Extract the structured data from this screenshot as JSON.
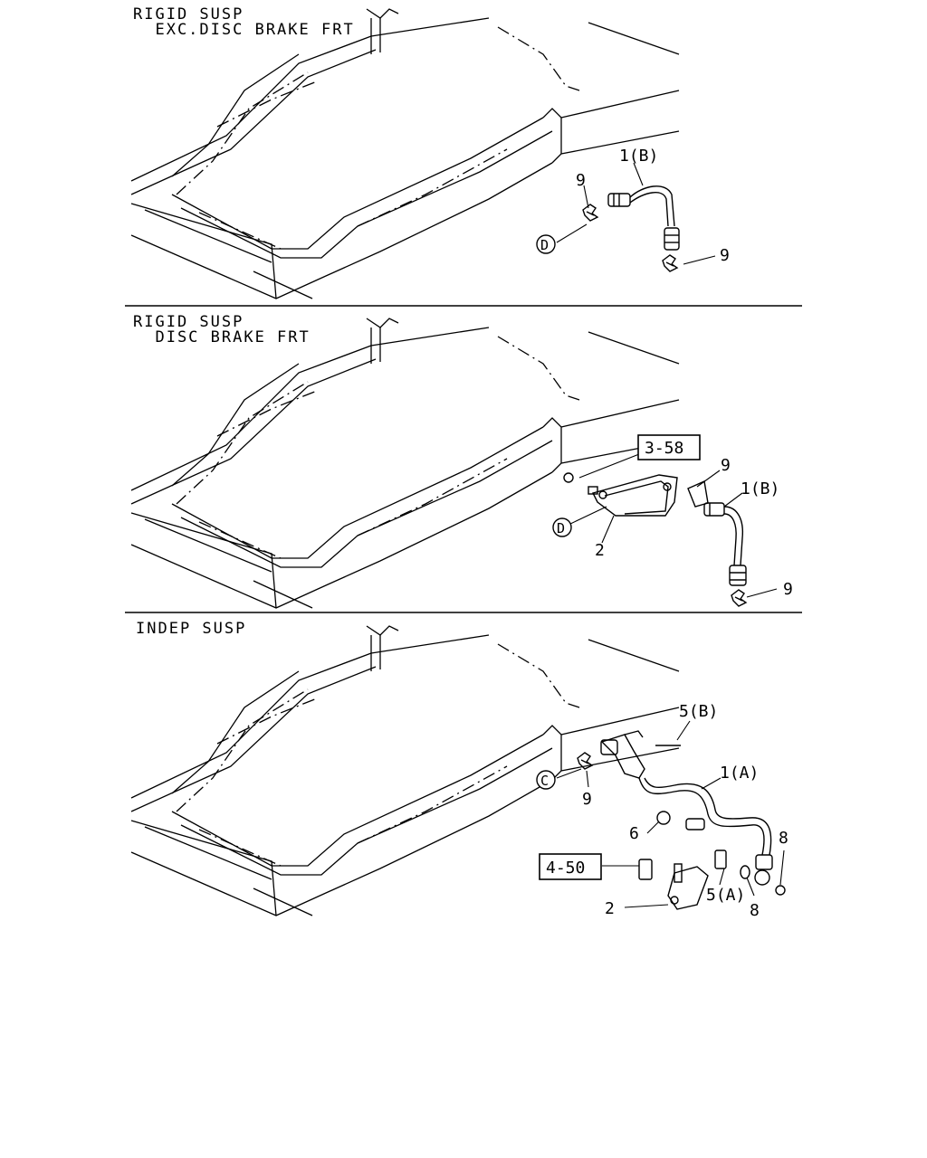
{
  "sections": [
    {
      "header_lines": [
        "RIGID SUSP",
        "  EXC.DISC BRAKE FRT"
      ],
      "callouts": [
        {
          "text": "1(B)"
        },
        {
          "text": "9"
        },
        {
          "text": "9"
        }
      ],
      "circle_refs": [
        {
          "text": "D"
        }
      ],
      "boxed_refs": []
    },
    {
      "header_lines": [
        "RIGID SUSP",
        "  DISC BRAKE FRT"
      ],
      "callouts": [
        {
          "text": "9"
        },
        {
          "text": "1(B)"
        },
        {
          "text": "2"
        },
        {
          "text": "9"
        }
      ],
      "circle_refs": [
        {
          "text": "D"
        }
      ],
      "boxed_refs": [
        {
          "text": "3-58"
        }
      ]
    },
    {
      "header_lines": [
        "INDEP SUSP"
      ],
      "callouts": [
        {
          "text": "5(B)"
        },
        {
          "text": "1(A)"
        },
        {
          "text": "9"
        },
        {
          "text": "6"
        },
        {
          "text": "8"
        },
        {
          "text": "5(A)"
        },
        {
          "text": "8"
        },
        {
          "text": "2"
        }
      ],
      "circle_refs": [
        {
          "text": "C"
        }
      ],
      "boxed_refs": [
        {
          "text": "4-50"
        }
      ]
    }
  ]
}
